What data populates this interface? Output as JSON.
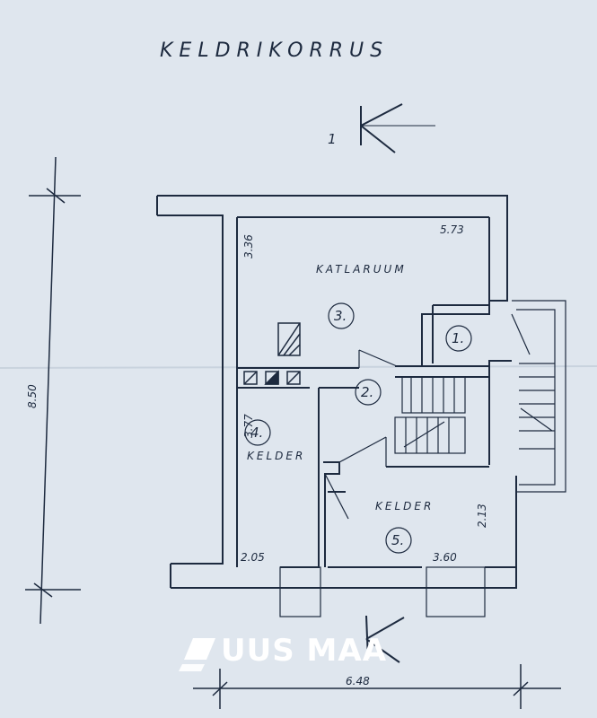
{
  "plan": {
    "title": "KELDRIKORRUS",
    "north_marker": "1",
    "dimensions": {
      "total_height": "8.50",
      "total_width": "6.48",
      "room3_height": "3.36",
      "room3_width": "5.73",
      "room4_height": "3.77",
      "room4_width": "2.05",
      "room5_height": "2.13",
      "room5_width": "3.60"
    },
    "rooms": [
      {
        "number": "1.",
        "name": ""
      },
      {
        "number": "2.",
        "name": ""
      },
      {
        "number": "3.",
        "name": "KATLARUUM"
      },
      {
        "number": "4.",
        "name": "KELDER"
      },
      {
        "number": "5.",
        "name": "KELDER"
      }
    ]
  },
  "watermark": {
    "brand": "UUS MAA",
    "color": "#ffffff"
  },
  "colors": {
    "paper": "#dfe6ee",
    "ink": "#1d2a3f"
  }
}
